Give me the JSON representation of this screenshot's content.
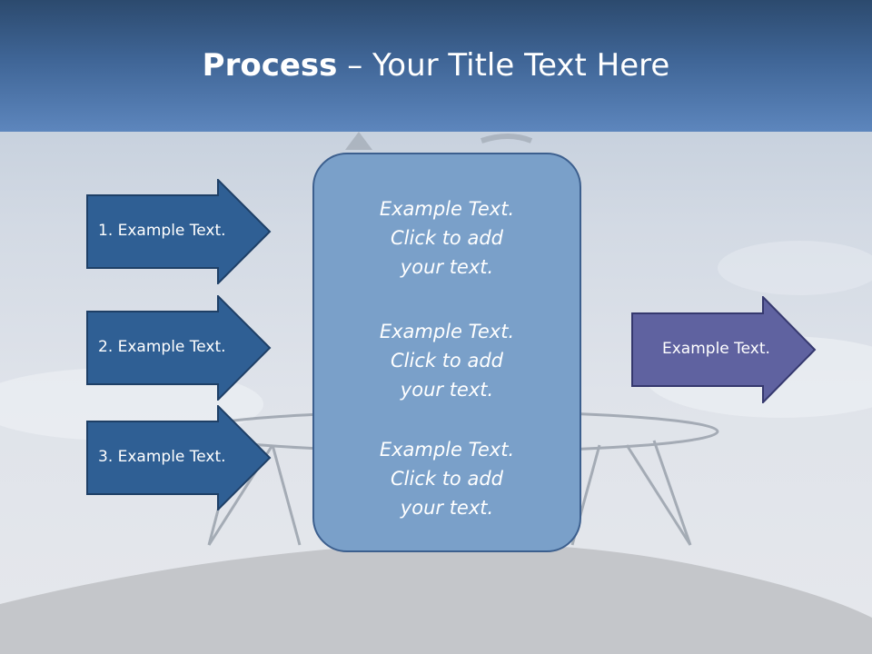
{
  "title": {
    "bold": "Process",
    "separator": " – ",
    "rest": "Your Title Text Here"
  },
  "left_arrows": [
    {
      "label": "1. Example Text."
    },
    {
      "label": "2. Example Text."
    },
    {
      "label": "3. Example Text."
    }
  ],
  "center_box": {
    "items": [
      {
        "line1": "Example Text.",
        "line2": "Click  to add",
        "line3": "your text."
      },
      {
        "line1": "Example Text.",
        "line2": "Click  to add",
        "line3": "your text."
      },
      {
        "line1": "Example Text.",
        "line2": "Click  to add",
        "line3": "your text."
      }
    ]
  },
  "right_arrow": {
    "label": "Example Text."
  },
  "colors": {
    "header": "#3f6596",
    "left_arrow": "#2f5f94",
    "center_box": "#7aa0c9",
    "right_arrow": "#5f62a0"
  }
}
